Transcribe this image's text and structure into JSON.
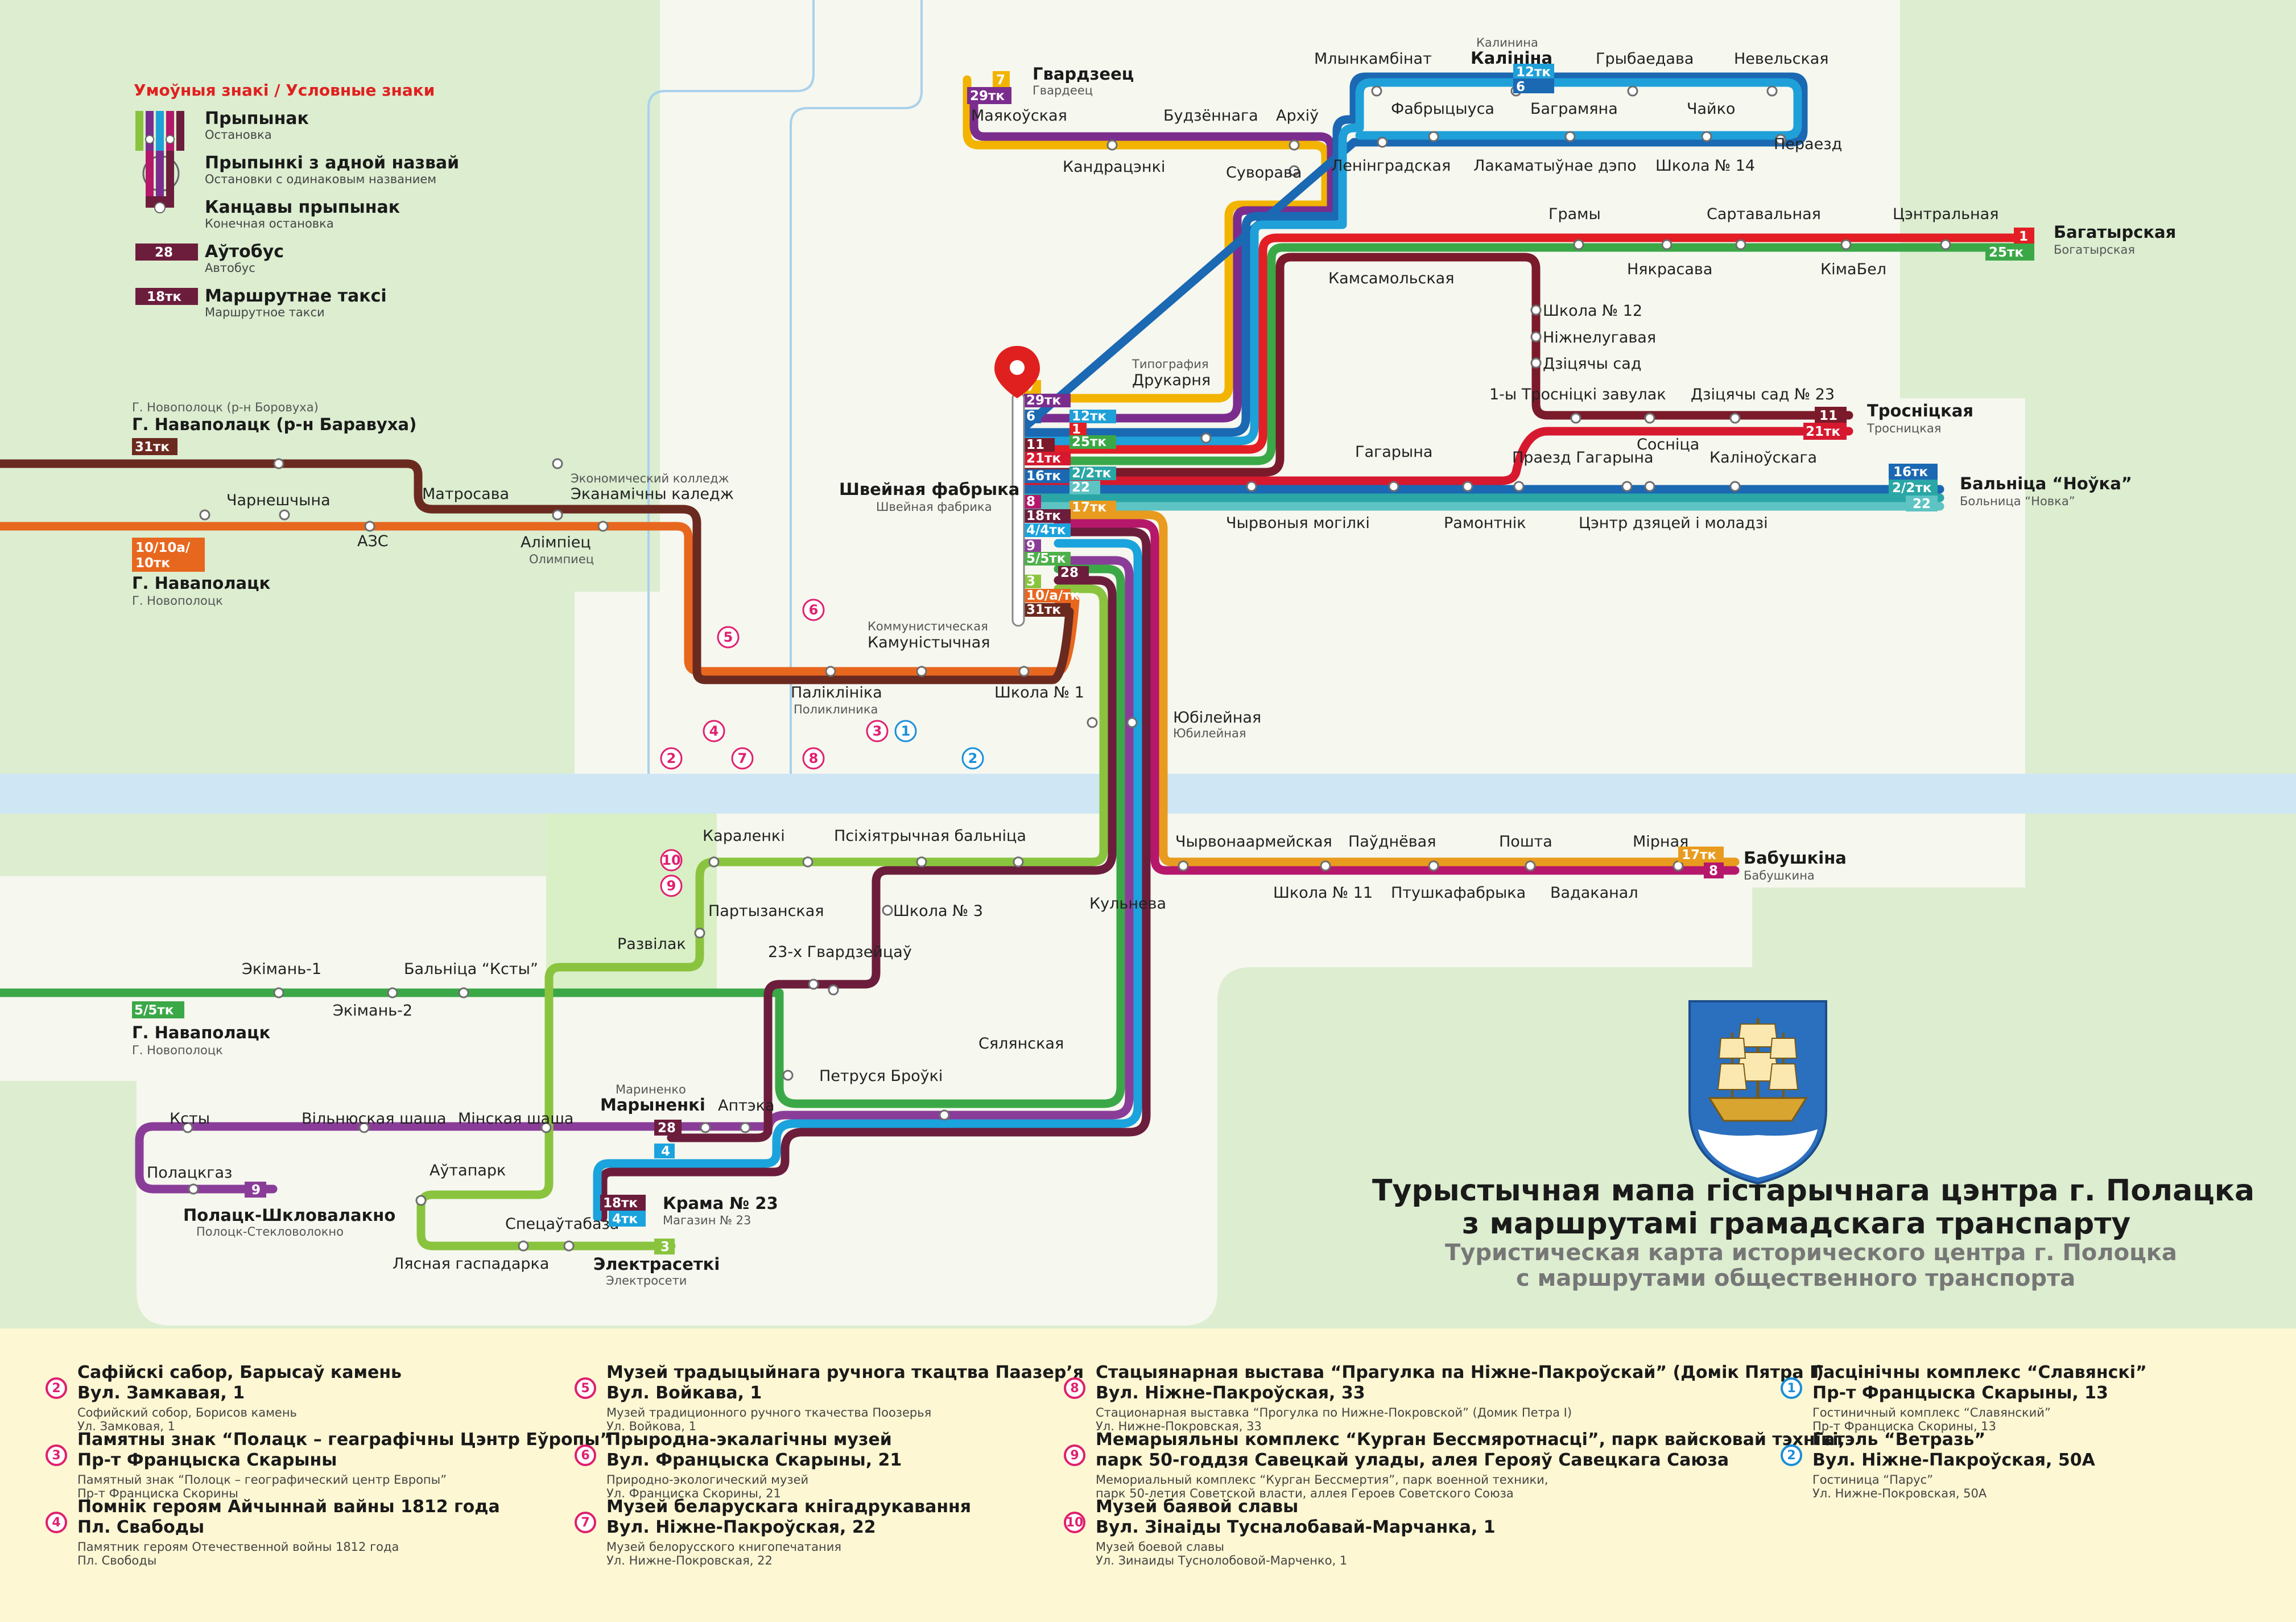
{
  "colors": {
    "route_7": "#f2b400",
    "route_29tk": "#7b2d8e",
    "route_6": "#1b68b3",
    "route_12tk": "#1fa0d8",
    "route_1": "#e31e24",
    "route_25tk": "#3ba847",
    "route_11": "#7a1a2a",
    "route_21tk": "#d6192f",
    "route_16tk": "#1b68b3",
    "route_2_2tk": "#2aa6a6",
    "route_22": "#2aa6a6",
    "route_8": "#b5176b",
    "route_18tk": "#6c1d3c",
    "route_17tk": "#e89b1e",
    "route_4_4tk": "#1aa3dd",
    "route_9": "#8a3d98",
    "route_5_5tk": "#4db04a",
    "route_28": "#6c1d3c",
    "route_3": "#8ac43f",
    "route_10": "#e8671f",
    "route_31tk": "#6b2a1f",
    "river": "#cfe6f5",
    "marker": "#e0201f"
  },
  "legend": {
    "header": "Умоўныя знакі / Условные знаки",
    "stop": "Прыпынак",
    "stop_ru": "Остановка",
    "same_name": "Прыпынкі з адной назвай",
    "same_name_ru": "Остановки с одинаковым названием",
    "terminal": "Канцавы прыпынак",
    "terminal_ru": "Конечная остановка",
    "bus_num": "28",
    "bus": "Аўтобус",
    "bus_ru": "Автобус",
    "taxi_num": "18тк",
    "taxi": "Маршрутнае таксі",
    "taxi_ru": "Маршрутное такси"
  },
  "title": {
    "by_line1": "Турыстычная мапа гістарычнага цэнтра г. Полацка",
    "by_line2": "з маршрутамі грамадскага транспарту",
    "ru_line1": "Туристическая карта исторического центра г. Полоцка",
    "ru_line2": "с маршрутами общественного транспорта"
  },
  "hub": {
    "name": "Швейная фабрыка",
    "name_ru": "Швейная фабрика",
    "routes": [
      "7",
      "29тк",
      "6",
      "12тк",
      "1",
      "11",
      "25тк",
      "21тк",
      "16тк",
      "2/2тк",
      "22",
      "8",
      "17тк",
      "18тк",
      "4/4тк",
      "9",
      "5/5тк",
      "28",
      "3",
      "10/а/тк",
      "31тк"
    ]
  },
  "stations": {
    "gvardzeec": "Гвардзеец",
    "gvardzeec_ru": "Гвардеец",
    "mayakouskaya": "Маякоўская",
    "kandratsenki": "Кандрацэнкі",
    "budyonnaga": "Будзённага",
    "arhiu": "Архіў",
    "suvorava": "Суворава",
    "mlynkambinat": "Млынкамбінат",
    "kalinina_ru": "Калинина",
    "kalinina": "Калініна",
    "grybaedava": "Грыбаедава",
    "nevelskaya": "Невельская",
    "fabrytsyusa": "Фабрыцыуса",
    "bagramyana": "Баграмяна",
    "chaiko": "Чайко",
    "leningradskaya": "Ленінградская",
    "lakamatyvnae": "Лакаматыўнае дэпо",
    "shkola14": "Школа № 14",
    "perazd": "Пераезд",
    "gramy": "Грамы",
    "sartavalnaya": "Сартавальная",
    "centralnaya": "Цэнтральная",
    "kamsamolskaya": "Камсамольская",
    "nyakrasava": "Някрасава",
    "kimabel": "КімаБел",
    "bagatyrskaya": "Багатырская",
    "bagatyrskaya_ru": "Богатырская",
    "shkola12": "Школа № 12",
    "nizhnelugavaya": "Ніжнелугавая",
    "dzitsyachy_sad": "Дзіцячы сад",
    "trosnitski_zavulak": "1-ы Троснiцкi завулак",
    "dzitsyachy_sad23": "Дзіцячы сад № 23",
    "trosnitskaya": "Тросніцкая",
    "trosnitskaya_ru": "Тросницкая",
    "typografiya_ru": "Типография",
    "drukarnya": "Друкарня",
    "gagaryna": "Гагарына",
    "praezd_gagaryna": "Праезд Гагарына",
    "sosnitsa": "Сосніца",
    "kalinouskaga": "Каліноўскага",
    "balnitsa_nouka": "Бальніца “Ноўка”",
    "balnitsa_nouka_ru": "Больница “Новка”",
    "chyrvonyya_mogilki": "Чырвоныя могілкі",
    "ramontnik": "Рамонтнік",
    "centr_dzyatsey": "Цэнтр дзяцей і моладзі",
    "navapolatsk_borovukha_ru": "Г. Новополоцк (р-н Боровуха)",
    "navapolatsk_baravukha": "Г. Наваполацк (р-н Баравуха)",
    "matrosava": "Матросава",
    "chernyashchyna": "Чарнешчына",
    "azs": "АЗС",
    "economic_college_ru": "Экономический колледж",
    "ekanamichny_kaledzh": "Эканамічны каледж",
    "alimpiets": "Алімпіец",
    "alimpiets_ru": "Олимпиец",
    "navapolatsk": "Г. Наваполацк",
    "navapolatsk_ru": "Г. Новополоцк",
    "kamunistychnaya_ru": "Коммунистическая",
    "kamunistychnaya": "Камуністычная",
    "paliklinika": "Паліклініка",
    "paliklinika_ru": "Поликлиника",
    "shkola1": "Школа № 1",
    "yubileynaya": "Юбілейная",
    "yubileynaya_ru": "Юбилейная",
    "karalenki": "Караленкі",
    "psihiyatrychnaya": "Псіхіятрычная бальніца",
    "partyzanskaya": "Партызанская",
    "shkola3": "Школа № 3",
    "kulneva": "Кульнева",
    "chyrvonaarmeyskaya": "Чырвонаармейская",
    "paudnyova": "Паўднёвая",
    "poshta": "Пошта",
    "mirnaya": "Мірная",
    "babushkina": "Бабушкіна",
    "babushkina_ru": "Бабушкина",
    "shkola11": "Школа № 11",
    "ptushkafabryka": "Птушкафабрыка",
    "vadakanal": "Вадаканал",
    "razvilak": "Развілак",
    "gvardzeytsau23": "23-х Гвардзейцаў",
    "ekiman1": "Экімань-1",
    "balnitsa_ksty": "Бальніца “Ксты”",
    "ekiman2": "Экімань-2",
    "syalyanskaya": "Сялянская",
    "petrusya_brouki": "Петруся Броўкі",
    "ksty": "Ксты",
    "vilnyuskaya": "Вільнюская шаша",
    "minskaya": "Мінская шаша",
    "marynenka_ru": "Мариненко",
    "marynenki": "Марыненкі",
    "apteka": "Аптэка",
    "polatskgaz": "Полацкгаз",
    "polatsk_shklovalakno": "Полацк-Шкловалакно",
    "polatsk_shklovalakno_ru": "Полоцк-Стекловолокно",
    "autapark": "Аўтапарк",
    "spetsavtabaza": "Спецаўтабаза",
    "lyasnaya": "Лясная гаспадарка",
    "elektraseti": "Электрасеткі",
    "elektraseti_ru": "Электросети",
    "krama23": "Крама № 23",
    "krama23_ru": "Магазин № 23"
  },
  "route_labels": {
    "r7": "7",
    "r29tk": "29тк",
    "r6": "6",
    "r12tk": "12тк",
    "r1": "1",
    "r11": "11",
    "r25tk": "25тк",
    "r21tk": "21тк",
    "r16tk": "16тк",
    "r2_2tk": "2/2тк",
    "r22": "22",
    "r8": "8",
    "r17tk": "17тк",
    "r18tk": "18тк",
    "r4_4tk": "4/4тк",
    "r9": "9",
    "r5_5tk": "5/5тк",
    "r28": "28",
    "r3": "3",
    "r10": "10/а/тк",
    "r31tk": "31тк",
    "r10_10a_10tk": "10/10а/\n10тк",
    "r4tk": "4тк",
    "r4": "4"
  },
  "map_poi_numbers": [
    "1",
    "2",
    "3",
    "4",
    "5",
    "6",
    "7",
    "8",
    "9",
    "10"
  ],
  "poi": [
    {
      "num": "2",
      "by": "Сафійскі сабор, Барысаў камень",
      "addr": "Вул. Замкавая, 1",
      "ru": "Софийский собор, Борисов камень",
      "ru_addr": "Ул. Замковая, 1"
    },
    {
      "num": "3",
      "by": "Памятны знак “Полацк – геаграфічны Цэнтр Еўропы”",
      "addr": "Пр-т Францыска Скарыны",
      "ru": "Памятный знак “Полоцк – географический центр Европы”",
      "ru_addr": "Пр-т Франциска Скорины"
    },
    {
      "num": "4",
      "by": "Помнік героям Айчыннай вайны 1812 года",
      "addr": "Пл. Свабоды",
      "ru": "Памятник героям Отечественной войны 1812 года",
      "ru_addr": "Пл. Свободы"
    },
    {
      "num": "5",
      "by": "Музей традыцыйнага ручнога ткацтва Паазер’я",
      "addr": "Вул. Войкава, 1",
      "ru": "Музей традиционного ручного ткачества Поозерья",
      "ru_addr": "Ул. Войкова, 1"
    },
    {
      "num": "6",
      "by": "Прыродна-экалагічны музей",
      "addr": "Вул. Францыска Скарыны, 21",
      "ru": "Природно-экологический музей",
      "ru_addr": "Ул. Франциска Скорины, 21"
    },
    {
      "num": "7",
      "by": "Музей беларускага кнігадрукавання",
      "addr": "Вул. Ніжне-Пакроўская, 22",
      "ru": "Музей белорусского книгопечатания",
      "ru_addr": "Ул. Нижне-Покровская, 22"
    },
    {
      "num": "8",
      "by": "Стацыянарная выстава “Прагулка па Ніжне-Пакроўскай” (Домік Пятра I)",
      "addr": "Вул. Ніжне-Пакроўская, 33",
      "ru": "Стационарная выставка “Прогулка по Нижне-Покровской” (Домик Петра I)",
      "ru_addr": "Ул. Нижне-Покровская, 33"
    },
    {
      "num": "9",
      "by": "Мемарыяльны комплекс “Курган Бессмяротнасці”, парк вайсковай тэхнікі,",
      "addr": "парк 50-годдзя Савецкай улады, алея Герояў Савецкага Саюза",
      "ru": "Мемориальный комплекс “Курган Бессмертия”, парк военной техники,",
      "ru_addr": "парк 50-летия Советской власти, аллея Героев Советского Союза"
    },
    {
      "num": "10",
      "by": "Музей баявой славы",
      "addr": "Вул. Зінаіды Тусналобавай-Марчанка, 1",
      "ru": "Музей боевой славы",
      "ru_addr": "Ул. Зинаиды Туснолобовой-Марченко, 1"
    },
    {
      "num": "1",
      "by": "Гасцінічны комплекс “Славянскі”",
      "addr": "Пр-т Францыска Скарыны, 13",
      "ru": "Гостиничный комплекс “Славянский”",
      "ru_addr": "Пр-т Франциска Скорины, 13",
      "blue": true
    },
    {
      "num": "2",
      "by": "Гатэль “Ветразь”",
      "addr": "Вул. Ніжне-Пакроўская, 50А",
      "ru": "Гостиница “Парус”",
      "ru_addr": "Ул. Нижне-Покровская, 50А",
      "blue": true
    }
  ]
}
